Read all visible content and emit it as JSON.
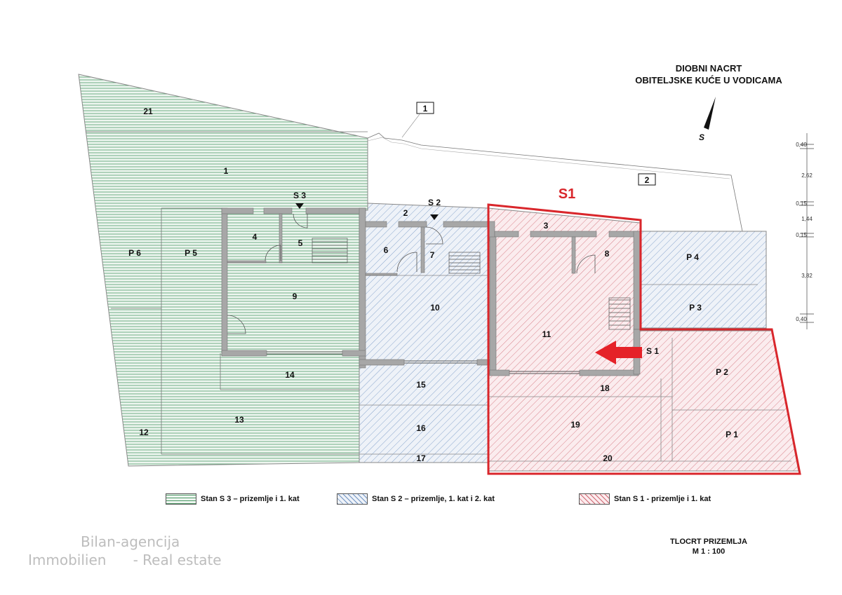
{
  "title": {
    "line1": "DIOBNI NACRT",
    "line2": "OBITELJSKE KUĆE U VODICAMA"
  },
  "north_label": "S",
  "plan_footer": {
    "line1": "TLOCRT PRIZEMLJA",
    "line2": "M 1 : 100"
  },
  "watermark": {
    "line1": "Bilan-agencija",
    "line2": "Immobilien      - Real estate"
  },
  "highlight": {
    "label": "S1",
    "color": "#d9262b"
  },
  "markers": [
    "1",
    "2"
  ],
  "entrances": [
    "S 3",
    "S 2",
    "S 1"
  ],
  "rooms": {
    "r1": "1",
    "r2": "2",
    "r3": "3",
    "r4": "4",
    "r5": "5",
    "r6": "6",
    "r7": "7",
    "r8": "8",
    "r9": "9",
    "r10": "10",
    "r11": "11",
    "r12": "12",
    "r13": "13",
    "r14": "14",
    "r15": "15",
    "r16": "16",
    "r17": "17",
    "r18": "18",
    "r19": "19",
    "r20": "20",
    "r21": "21",
    "p1": "P 1",
    "p2": "P 2",
    "p3": "P 3",
    "p4": "P 4",
    "p5": "P 5",
    "p6": "P 6"
  },
  "dimensions": [
    "0,40",
    "2,62",
    "0,15",
    "1,44",
    "0,15",
    "3,82",
    "0,40"
  ],
  "legend": [
    {
      "label": "Stan S 3 – prizemlje i 1. kat",
      "color": "#3f8a58"
    },
    {
      "label": "Stan S 2 – prizemlje, 1. kat i 2. kat",
      "color": "#5b86b8"
    },
    {
      "label": "Stan S 1 - prizemlje i 1. kat",
      "color": "#c9505a"
    }
  ]
}
